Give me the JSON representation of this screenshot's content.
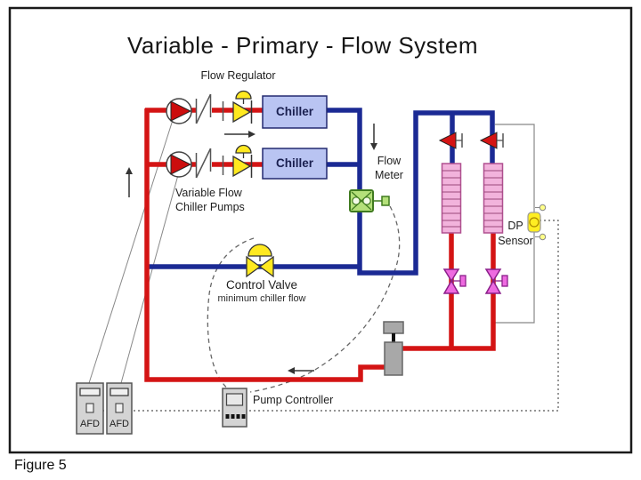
{
  "title": "Variable - Primary - Flow System",
  "caption": "Figure 5",
  "labels": {
    "flow_regulator": "Flow Regulator",
    "pumps_line1": "Variable Flow",
    "pumps_line2": "Chiller Pumps",
    "chiller_1": "Chiller",
    "chiller_2": "Chiller",
    "flow_meter_line1": "Flow",
    "flow_meter_line2": "Meter",
    "control_valve": "Control Valve",
    "control_valve_sub": "minimum chiller flow",
    "pump_controller": "Pump Controller",
    "afd_1": "AFD",
    "afd_2": "AFD",
    "dp_line1": "DP",
    "dp_line2": "Sensor"
  },
  "colors": {
    "return_pipe_red": "#d41414",
    "supply_pipe_blue": "#1b2a94",
    "chiller_fill": "#b9c4f2",
    "valve_yellow": "#ffe920",
    "flow_meter_green": "#b4e07a",
    "coil_pink": "#f2b3dc",
    "coil_stripe": "#9a4a7a",
    "balancing_valve_magenta": "#ee6ae0",
    "check_valve_red": "#d41414",
    "equipment_gray": "#d4d4d4",
    "signal_line_gray": "#666666"
  }
}
